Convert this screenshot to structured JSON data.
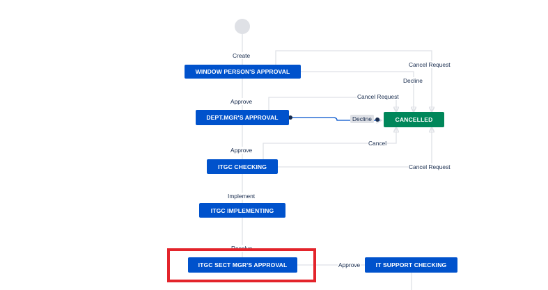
{
  "workflow": {
    "statuses": {
      "window_person": "WINDOW PERSON'S APPROVAL",
      "dept_mgr": "DEPT.MGR'S APPROVAL",
      "cancelled": "CANCELLED",
      "itgc_checking": "ITGC CHECKING",
      "itgc_implementing": "ITGC IMPLEMENTING",
      "itgc_sect_mgr": "ITGC SECT MGR'S APPROVAL",
      "it_support_checking": "IT SUPPORT CHECKING"
    },
    "transitions": {
      "create": "Create",
      "cancel_request_1": "Cancel Request",
      "decline_1": "Decline",
      "approve_1": "Approve",
      "cancel_request_2": "Cancel Request",
      "decline_2": "Decline",
      "approve_2": "Approve",
      "cancel": "Cancel",
      "cancel_request_3": "Cancel Request",
      "implement": "Implement",
      "resolve": "Resolve",
      "approve_3": "Approve"
    }
  },
  "colors": {
    "status_blue": "#0052cc",
    "status_green": "#00875a",
    "edge_gray": "#dfe1e6",
    "highlight_red": "#e3242b"
  }
}
